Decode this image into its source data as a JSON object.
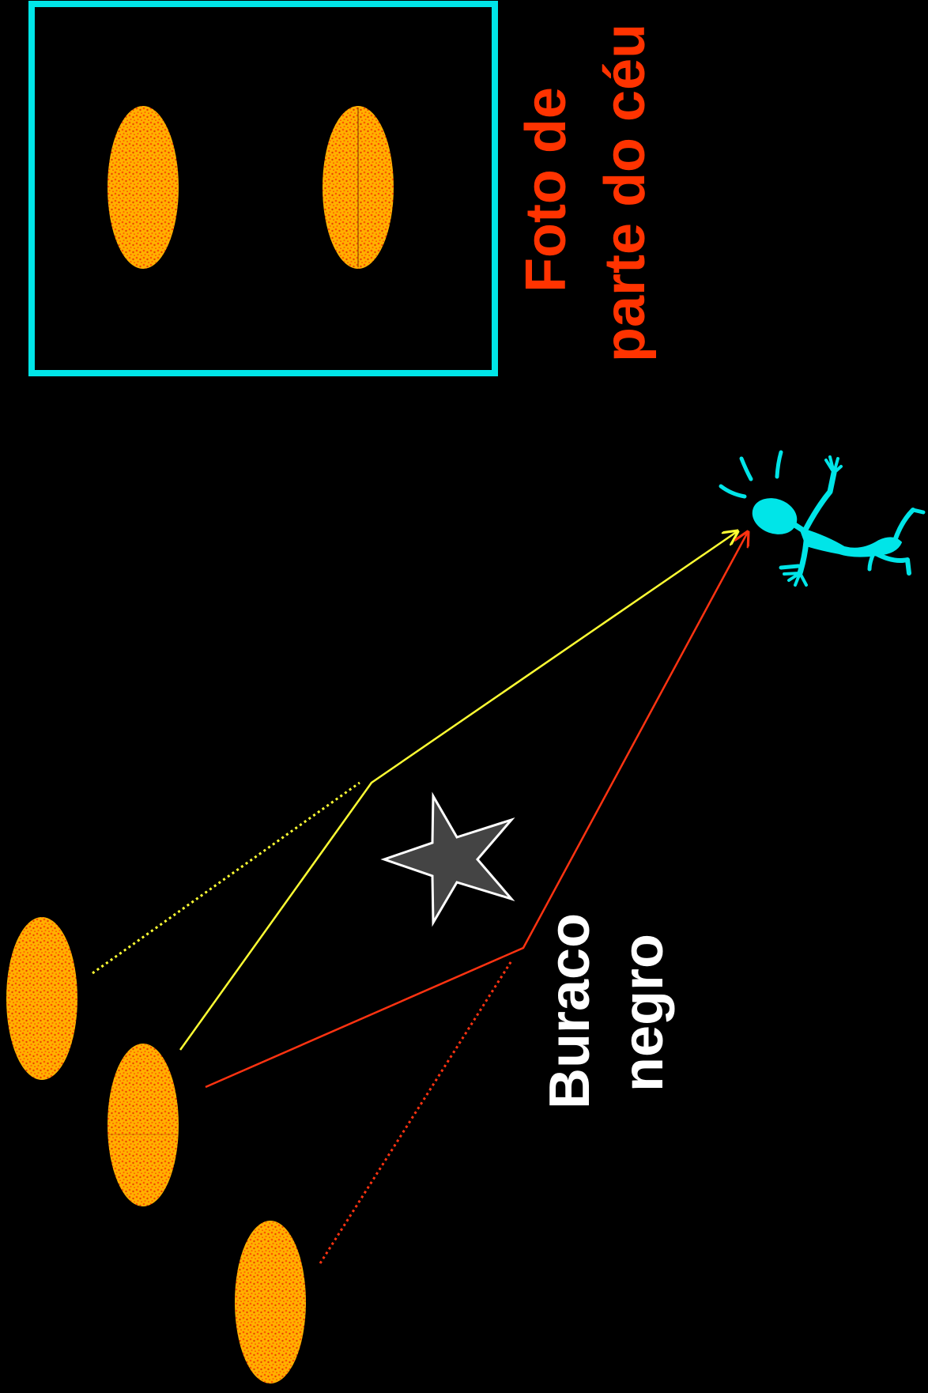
{
  "labels": {
    "photo_line1": "Foto de",
    "photo_line2": "parte do céu",
    "blackhole_line1": "Buraco",
    "blackhole_line2": "negro"
  },
  "colors": {
    "background": "#000000",
    "frame": "#00e5e8",
    "observer": "#00e5e8",
    "photo_label": "#ff3300",
    "blackhole_label": "#ffffff",
    "yellow_ray": "#ffff33",
    "red_ray": "#ff3311",
    "galaxy_fill": "#ffb000",
    "galaxy_speckle": "#ff5500",
    "blackhole_fill": "#444444",
    "blackhole_stroke": "#ffffff"
  },
  "icons": {
    "black_hole": "star-icon",
    "observer": "observer-figure-icon",
    "galaxy": "galaxy-ellipse-icon"
  }
}
